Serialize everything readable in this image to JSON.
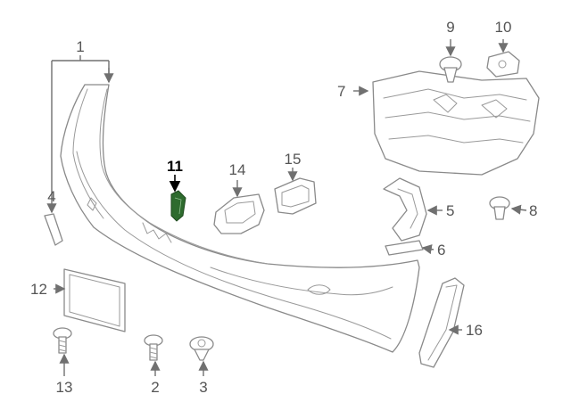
{
  "diagram": {
    "highlight_color": "#2e6b2e",
    "callouts": [
      {
        "id": "1",
        "label": "1"
      },
      {
        "id": "2",
        "label": "2"
      },
      {
        "id": "3",
        "label": "3"
      },
      {
        "id": "4",
        "label": "4"
      },
      {
        "id": "5",
        "label": "5"
      },
      {
        "id": "6",
        "label": "6"
      },
      {
        "id": "7",
        "label": "7"
      },
      {
        "id": "8",
        "label": "8"
      },
      {
        "id": "9",
        "label": "9"
      },
      {
        "id": "10",
        "label": "10"
      },
      {
        "id": "11",
        "label": "11"
      },
      {
        "id": "12",
        "label": "12"
      },
      {
        "id": "13",
        "label": "13"
      },
      {
        "id": "14",
        "label": "14"
      },
      {
        "id": "15",
        "label": "15"
      },
      {
        "id": "16",
        "label": "16"
      }
    ]
  }
}
